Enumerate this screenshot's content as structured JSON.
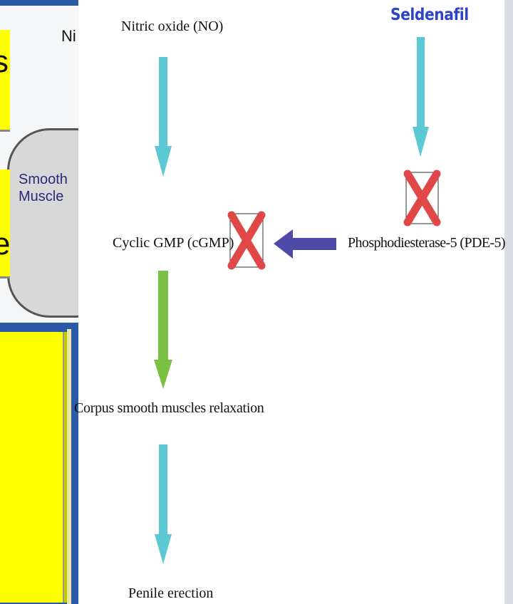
{
  "background_slide": {
    "visible_text_fragments": [
      "s",
      "Ni",
      "e"
    ],
    "muscle_label": [
      "Smooth",
      "Muscle"
    ],
    "colors": {
      "frame": "#2a5aa8",
      "highlight": "#ffff00",
      "muscle_fill": "#d8d8d8"
    }
  },
  "pathway": {
    "nitric_oxide": "Nitric oxide (NO)",
    "drug": "Seldenafil",
    "cgmp": "Cyclic GMP (cGMP)",
    "pde5": "Phosphodiesterase-5 (PDE-5)",
    "relaxation": "Corpus smooth muscles relaxation",
    "outcome": "Penile erection"
  },
  "colors": {
    "arrow_cyan": "#5bc8d4",
    "arrow_green": "#7ac143",
    "arrow_purple": "#4e4aa8",
    "inhibit_x": "#e04848",
    "drug_text": "#2e44c8"
  },
  "icons": {
    "inhibition_mark": "x-cross-icon"
  }
}
